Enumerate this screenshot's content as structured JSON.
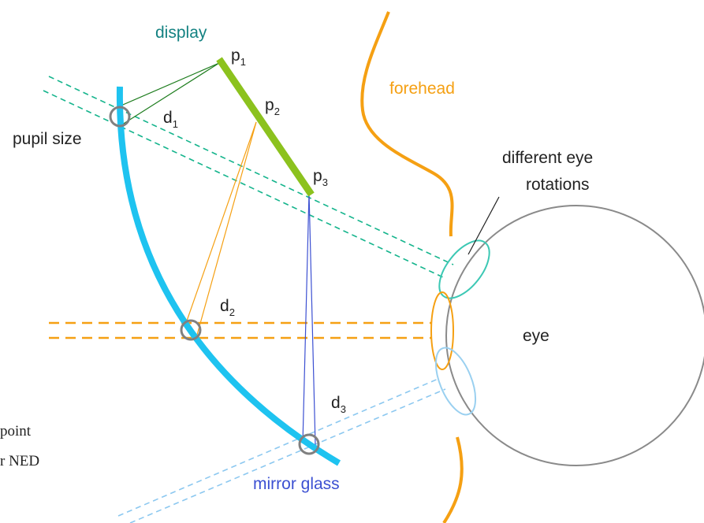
{
  "labels": {
    "display": "display",
    "forehead": "forehead",
    "pupil_size": "pupil size",
    "different_eye_rotations_line1": "different eye",
    "different_eye_rotations_line2": "rotations",
    "eye": "eye",
    "mirror_glass": "mirror glass",
    "cut_text_line1": "point",
    "cut_text_line2": "r NED"
  },
  "points": [
    {
      "base": "p",
      "sub": "1"
    },
    {
      "base": "p",
      "sub": "2"
    },
    {
      "base": "p",
      "sub": "3"
    }
  ],
  "distances": [
    {
      "base": "d",
      "sub": "1"
    },
    {
      "base": "d",
      "sub": "2"
    },
    {
      "base": "d",
      "sub": "3"
    }
  ],
  "colors": {
    "mirror": "#1ec3f0",
    "display": "#8cc21e",
    "forehead": "#f5a013",
    "teal": "#14a08c",
    "teal_label": "#148282",
    "orange": "#f5a013",
    "blue": "#3c50d2",
    "light_blue": "#8cc8f0",
    "green_rays": "#1e7d1e",
    "gray": "#808080",
    "eye_rot_top": "#3cc8b4",
    "eye_rot_bottom": "#9ad0f0",
    "text": "#222222"
  }
}
